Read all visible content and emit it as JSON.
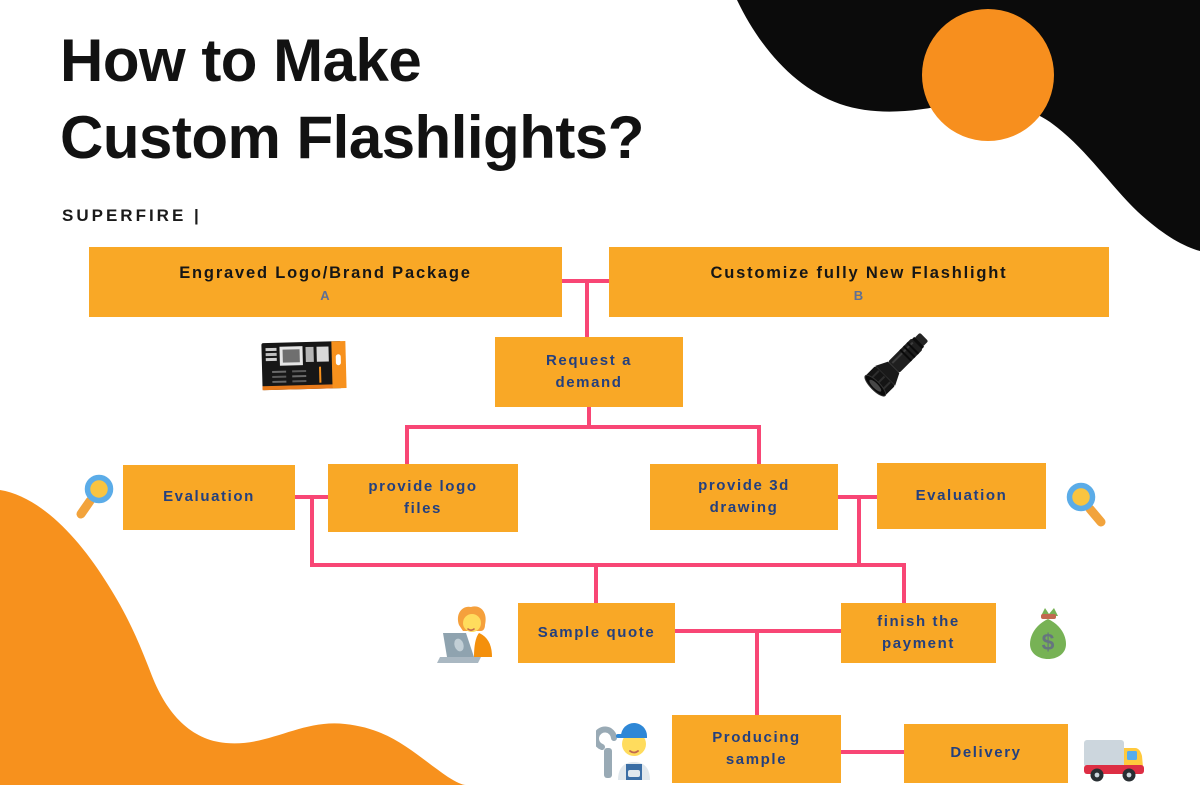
{
  "header": {
    "title_line1": "How to Make",
    "title_line2": "Custom Flashlights?",
    "brand": "SUPERFIRE |"
  },
  "nodes": {
    "engraved": {
      "label": "Engraved Logo/Brand Package",
      "tag": "A"
    },
    "customize": {
      "label": "Customize fully New Flashlight",
      "tag": "B"
    },
    "request": {
      "label": "Request a demand"
    },
    "evaluation_left": {
      "label": "Evaluation"
    },
    "logo_files": {
      "label": "provide logo files"
    },
    "drawing_3d": {
      "label": "provide 3d drawing"
    },
    "evaluation_right": {
      "label": "Evaluation"
    },
    "sample_quote": {
      "label": "Sample quote"
    },
    "finish_payment": {
      "label": "finish the payment"
    },
    "producing": {
      "label": "Producing sample"
    },
    "delivery": {
      "label": "Delivery"
    }
  },
  "icons": {
    "package": "flashlight-package-image",
    "flashlight": "flashlight-image",
    "magnifier_left": "magnifying-glass-icon",
    "magnifier_right": "magnifying-glass-icon",
    "person_laptop": "person-at-laptop-icon",
    "money_bag": "money-bag-icon",
    "money_bag_symbol": "$",
    "mechanic": "mechanic-icon",
    "truck": "delivery-truck-icon"
  },
  "colors": {
    "box_orange": "#F9A826",
    "blob_orange": "#F7911D",
    "connector_pink": "#F84675",
    "node_text_navy": "#24407E",
    "tag_gray_blue": "#5F6F94",
    "black": "#121212"
  }
}
